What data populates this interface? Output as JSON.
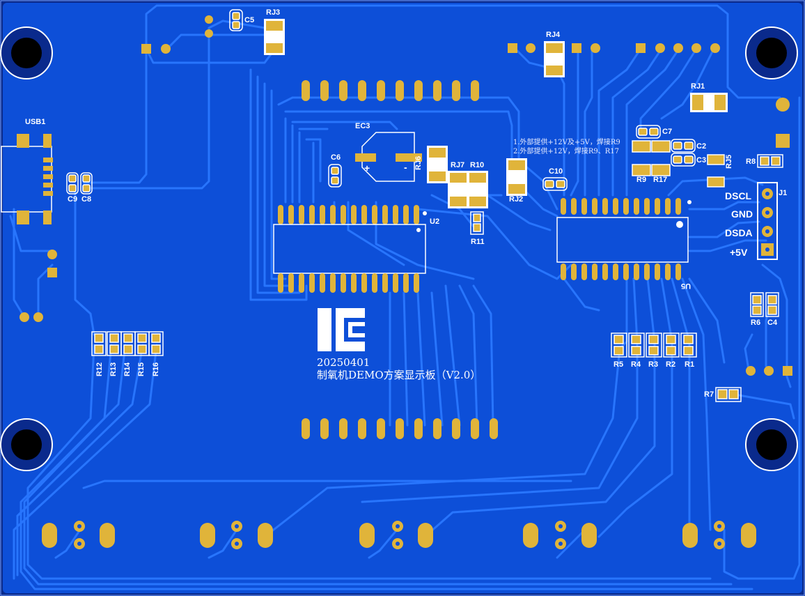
{
  "colors": {
    "board": "#0a2a8c",
    "copper": "#0d4fd8",
    "trace": "#1f6cf2",
    "pad": "#e0b43a",
    "silk": "#ffffff",
    "hole": "#000000"
  },
  "designators": {
    "usb1": "USB1",
    "c9": "C9",
    "c8": "C8",
    "c5": "C5",
    "rj3": "RJ3",
    "rj4": "RJ4",
    "rj1": "RJ1",
    "ec3": "EC3",
    "c6": "C6",
    "rj6": "RJ6",
    "rj7": "RJ7",
    "r10": "R10",
    "r11": "R11",
    "rj2": "RJ2",
    "c10": "C10",
    "c7": "C7",
    "c2": "C2",
    "c3": "C3",
    "rj5": "RJ5",
    "r9": "R9",
    "r17": "R17",
    "r8": "R8",
    "j1": "J1",
    "u2": "U2",
    "u5": "U5",
    "r6": "R6",
    "c4": "C4",
    "r7": "R7",
    "r12": "R12",
    "r13": "R13",
    "r14": "R14",
    "r15": "R15",
    "r16": "R16",
    "r5": "R5",
    "r4": "R4",
    "r3": "R3",
    "r2": "R2",
    "r1": "R1",
    "ec3_plus": "+",
    "ec3_minus": "-"
  },
  "connector_j1": {
    "pins": [
      "DSCL",
      "GND",
      "DSDA",
      "+5V"
    ]
  },
  "notes": {
    "line1": "1.外部提供+12V及+5V，焊接R9",
    "line2": "2.外部提供+12V，焊接R9、R17"
  },
  "board_info": {
    "date": "20250401",
    "title": "制氧机DEMO方案显示板（V2.0）",
    "logo": "IC"
  }
}
